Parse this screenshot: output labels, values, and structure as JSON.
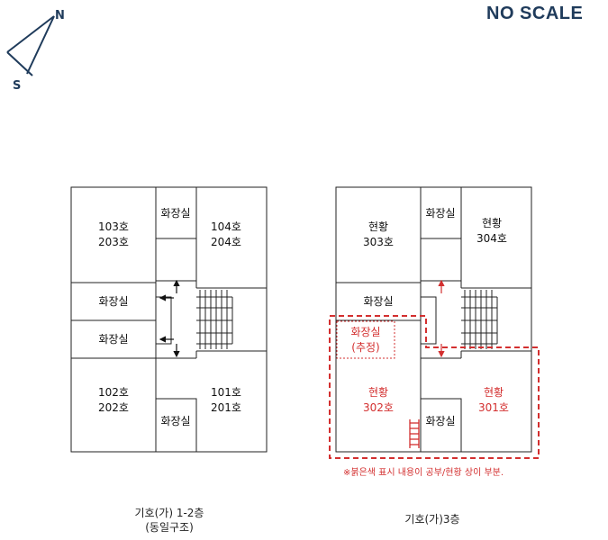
{
  "header": {
    "scale_note": "NO SCALE",
    "compass": {
      "north": "N",
      "south": "S"
    }
  },
  "plan_left": {
    "rooms": {
      "r103": [
        "103호",
        "203호"
      ],
      "r104": [
        "104호",
        "204호"
      ],
      "r102": [
        "102호",
        "202호"
      ],
      "r101": [
        "101호",
        "201호"
      ]
    },
    "toilet": "화장실",
    "caption_line1": "기호(가) 1-2층",
    "caption_line2": "(동일구조)"
  },
  "plan_right": {
    "rooms": {
      "r303": [
        "현황",
        "303호"
      ],
      "r304": [
        "현황",
        "304호"
      ],
      "r302": [
        "현황",
        "302호"
      ],
      "r301": [
        "현황",
        "301호"
      ]
    },
    "toilet": "화장실",
    "toilet_estimated": [
      "화장실",
      "(추정)"
    ],
    "note": "※붉은색 표시 내용이 공부/현황 상이 부분.",
    "caption": "기호(가)3층"
  },
  "colors": {
    "line": "#222222",
    "highlight": "#d32f2f",
    "title": "#1f3b5b"
  },
  "icons": [
    "compass-icon",
    "arrow-icon",
    "stair-icon"
  ]
}
